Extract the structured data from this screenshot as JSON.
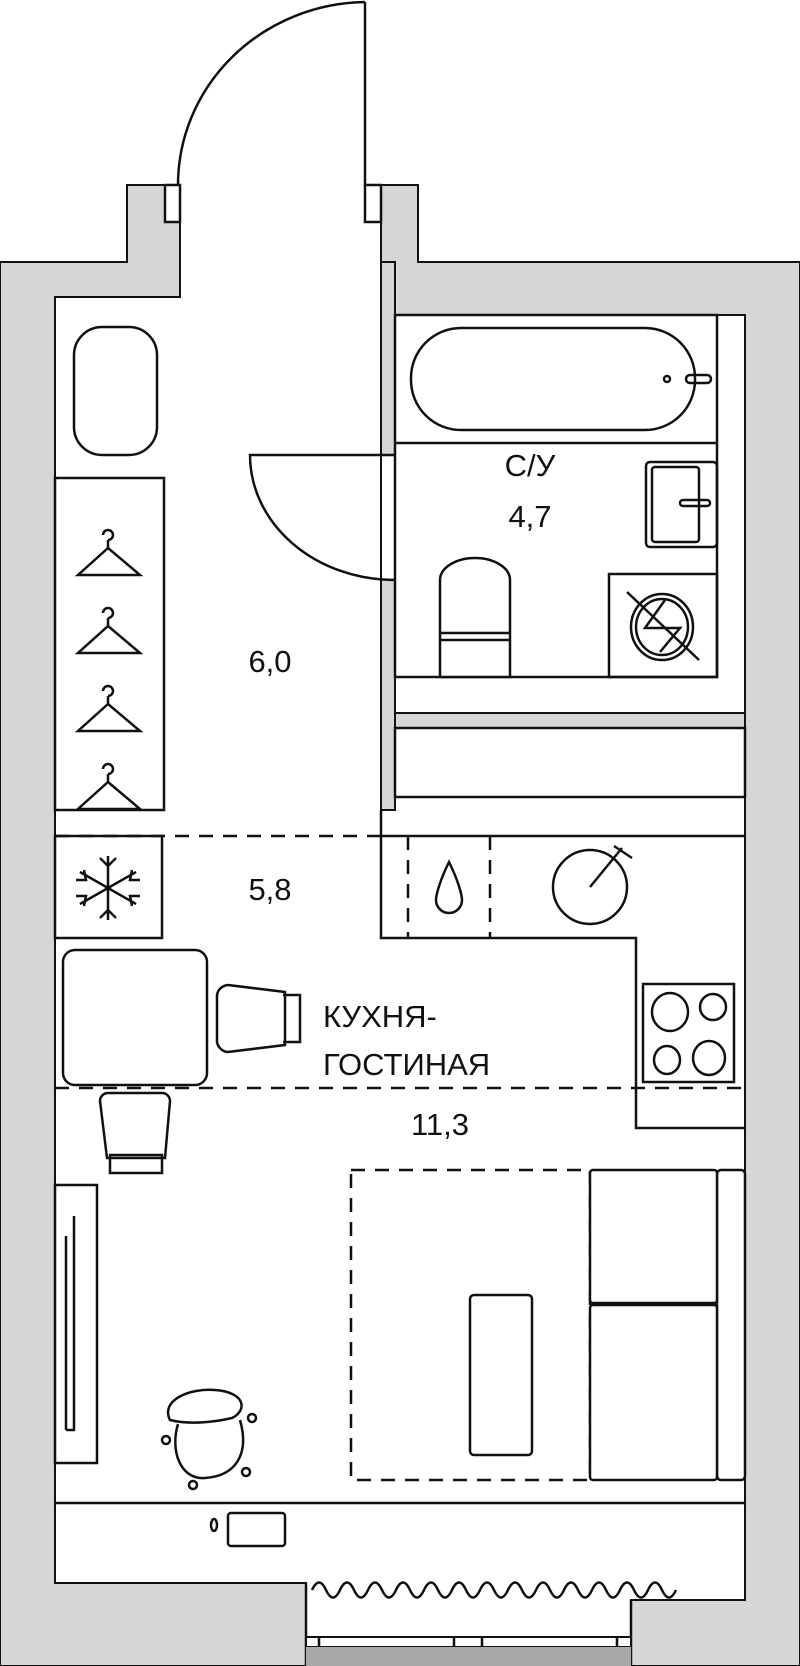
{
  "plan": {
    "rooms": [
      {
        "name": "hallway",
        "area": "6,0"
      },
      {
        "name": "bathroom",
        "label": "С/У",
        "area": "4,7"
      },
      {
        "name": "kitchen",
        "area": "5,8"
      },
      {
        "name": "living",
        "label_line1": "КУХНЯ-",
        "label_line2": "ГОСТИНАЯ",
        "area": "11,3"
      }
    ],
    "colors": {
      "wall": "#d6d6d6",
      "line": "#111111",
      "floor": "#ffffff",
      "window": "#a9a9a9"
    }
  }
}
